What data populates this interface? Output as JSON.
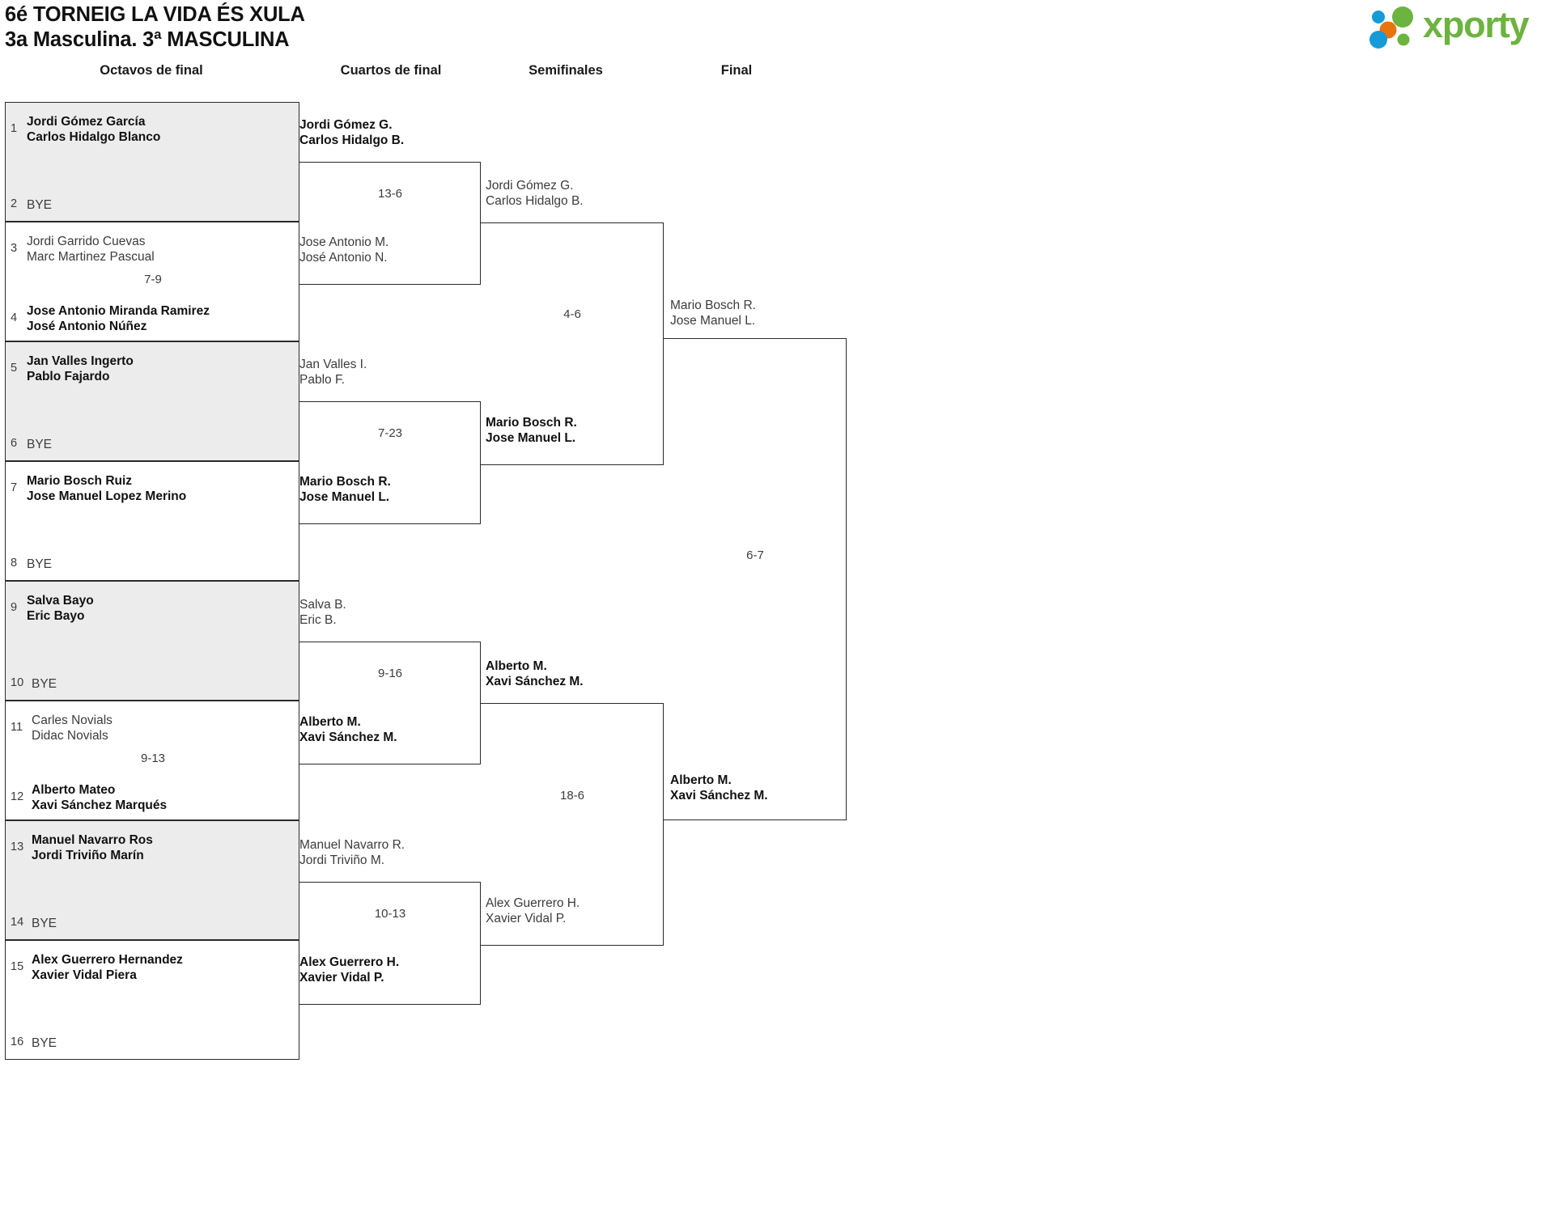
{
  "header": {
    "title_line1": "6é TORNEIG LA VIDA ÉS XULA",
    "title_line2": "3a Masculina. 3ª MASCULINA",
    "logo_word": "xporty",
    "logo_colors": {
      "green": "#6cb33f",
      "blue": "#179bd7",
      "orange": "#e8740c"
    }
  },
  "rounds": [
    {
      "label": "Octavos de final"
    },
    {
      "label": "Cuartos de final"
    },
    {
      "label": "Semifinales"
    },
    {
      "label": "Final"
    }
  ],
  "round1": {
    "matches": [
      {
        "shaded": true,
        "score": "",
        "top": {
          "seed": "1",
          "line1": "Jordi Gómez García",
          "line2": "Carlos Hidalgo Blanco",
          "winner": true
        },
        "bottom": {
          "seed": "2",
          "bye": "BYE",
          "winner": false
        }
      },
      {
        "shaded": false,
        "score": "7-9",
        "top": {
          "seed": "3",
          "line1": "Jordi Garrido Cuevas",
          "line2": "Marc Martinez Pascual",
          "winner": false
        },
        "bottom": {
          "seed": "4",
          "line1": "Jose Antonio Miranda Ramirez",
          "line2": "José Antonio Núñez",
          "winner": true
        }
      },
      {
        "shaded": true,
        "score": "",
        "top": {
          "seed": "5",
          "line1": "Jan Valles Ingerto",
          "line2": "Pablo Fajardo",
          "winner": true
        },
        "bottom": {
          "seed": "6",
          "bye": "BYE",
          "winner": false
        }
      },
      {
        "shaded": false,
        "score": "",
        "top": {
          "seed": "7",
          "line1": "Mario Bosch Ruiz",
          "line2": "Jose Manuel Lopez Merino",
          "winner": true
        },
        "bottom": {
          "seed": "8",
          "bye": "BYE",
          "winner": false
        }
      },
      {
        "shaded": true,
        "score": "",
        "top": {
          "seed": "9",
          "line1": "Salva Bayo",
          "line2": "Eric Bayo",
          "winner": true
        },
        "bottom": {
          "seed": "10",
          "bye": "BYE",
          "winner": false
        }
      },
      {
        "shaded": false,
        "score": "9-13",
        "top": {
          "seed": "11",
          "line1": "Carles Novials",
          "line2": "Didac Novials",
          "winner": false
        },
        "bottom": {
          "seed": "12",
          "line1": "Alberto Mateo",
          "line2": "Xavi Sánchez Marqués",
          "winner": true
        }
      },
      {
        "shaded": true,
        "score": "",
        "top": {
          "seed": "13",
          "line1": "Manuel Navarro Ros",
          "line2": "Jordi Triviño Marín",
          "winner": true
        },
        "bottom": {
          "seed": "14",
          "bye": "BYE",
          "winner": false
        }
      },
      {
        "shaded": false,
        "score": "",
        "top": {
          "seed": "15",
          "line1": "Alex Guerrero Hernandez",
          "line2": "Xavier Vidal Piera",
          "winner": true
        },
        "bottom": {
          "seed": "16",
          "bye": "BYE",
          "winner": false
        }
      }
    ]
  },
  "round2": {
    "matches": [
      {
        "score": "13-6",
        "top": {
          "line1": "Jordi Gómez G.",
          "line2": "Carlos Hidalgo B.",
          "winner": true
        },
        "bottom": {
          "line1": "Jose Antonio M.",
          "line2": "José Antonio N.",
          "winner": false
        }
      },
      {
        "score": "7-23",
        "top": {
          "line1": "Jan Valles I.",
          "line2": "Pablo F.",
          "winner": false
        },
        "bottom": {
          "line1": "Mario Bosch R.",
          "line2": "Jose Manuel L.",
          "winner": true
        }
      },
      {
        "score": "9-16",
        "top": {
          "line1": "Salva B.",
          "line2": "Eric B.",
          "winner": false
        },
        "bottom": {
          "line1": "Alberto M.",
          "line2": "Xavi Sánchez M.",
          "winner": true
        }
      },
      {
        "score": "10-13",
        "top": {
          "line1": "Manuel Navarro R.",
          "line2": "Jordi Triviño M.",
          "winner": false
        },
        "bottom": {
          "line1": "Alex Guerrero H.",
          "line2": "Xavier Vidal P.",
          "winner": true
        }
      }
    ]
  },
  "round3": {
    "matches": [
      {
        "score": "4-6",
        "top": {
          "line1": "Jordi Gómez G.",
          "line2": "Carlos Hidalgo B.",
          "winner": false
        },
        "bottom": {
          "line1": "Mario Bosch R.",
          "line2": "Jose Manuel L.",
          "winner": true
        }
      },
      {
        "score": "18-6",
        "top": {
          "line1": "Alberto M.",
          "line2": "Xavi Sánchez M.",
          "winner": true
        },
        "bottom": {
          "line1": "Alex Guerrero H.",
          "line2": "Xavier Vidal P.",
          "winner": false
        }
      }
    ]
  },
  "round4": {
    "matches": [
      {
        "score": "6-7",
        "top": {
          "line1": "Mario Bosch R.",
          "line2": "Jose Manuel L.",
          "winner": false
        },
        "bottom": {
          "line1": "Alberto M.",
          "line2": "Xavi Sánchez M.",
          "winner": true
        }
      }
    ]
  }
}
